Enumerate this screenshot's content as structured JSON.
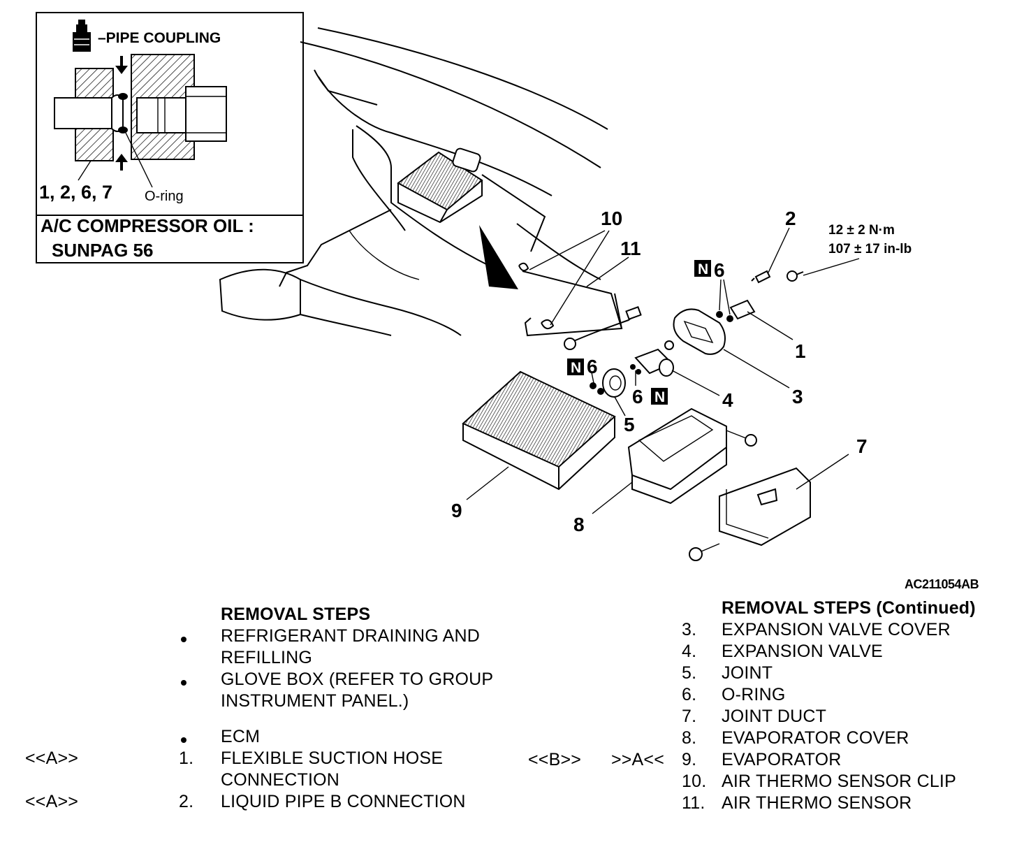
{
  "diagram": {
    "inset": {
      "legend_label": "–PIPE COUPLING",
      "parts_ref": "1, 2, 6, 7",
      "oring_label": "O-ring",
      "oil_label": "A/C COMPRESSOR OIL :",
      "oil_value": "SUNPAG 56"
    },
    "callouts": {
      "c1": "1",
      "c2": "2",
      "c3": "3",
      "c4": "4",
      "c5": "5",
      "c6a": "6",
      "c6b": "6",
      "c6c": "6",
      "c7": "7",
      "c8": "8",
      "c9": "9",
      "c10": "10",
      "c11": "11",
      "n_badge": "N"
    },
    "torque": {
      "metric": "12 ± 2 N·m",
      "imperial": "107 ± 17 in-lb"
    },
    "figure_ref": "AC211054AB"
  },
  "removal_steps": {
    "heading": "REMOVAL STEPS",
    "bullet_items": [
      "REFRIGERANT DRAINING AND\nREFILLING",
      "GLOVE BOX (REFER TO GROUP\nINSTRUMENT PANEL.)",
      "ECM"
    ],
    "numbered_items": [
      {
        "marker": "<<A>>",
        "num": "1.",
        "text": "FLEXIBLE SUCTION HOSE\nCONNECTION"
      },
      {
        "marker": "<<A>>",
        "num": "2.",
        "text": "LIQUID PIPE B CONNECTION"
      }
    ]
  },
  "removal_steps_continued": {
    "heading": "REMOVAL STEPS (Continued)",
    "items": [
      {
        "num": "3.",
        "text": "EXPANSION VALVE COVER",
        "marker": ""
      },
      {
        "num": "4.",
        "text": "EXPANSION VALVE",
        "marker": ""
      },
      {
        "num": "5.",
        "text": "JOINT",
        "marker": ""
      },
      {
        "num": "6.",
        "text": "O-RING",
        "marker": ""
      },
      {
        "num": "7.",
        "text": "JOINT DUCT",
        "marker": ""
      },
      {
        "num": "8.",
        "text": "EVAPORATOR COVER",
        "marker": ""
      },
      {
        "num": "9.",
        "text": "EVAPORATOR",
        "marker": "<<B>>      >>A<<"
      },
      {
        "num": "10.",
        "text": "AIR THERMO SENSOR CLIP",
        "marker": ""
      },
      {
        "num": "11.",
        "text": "AIR THERMO SENSOR",
        "marker": ""
      }
    ]
  }
}
